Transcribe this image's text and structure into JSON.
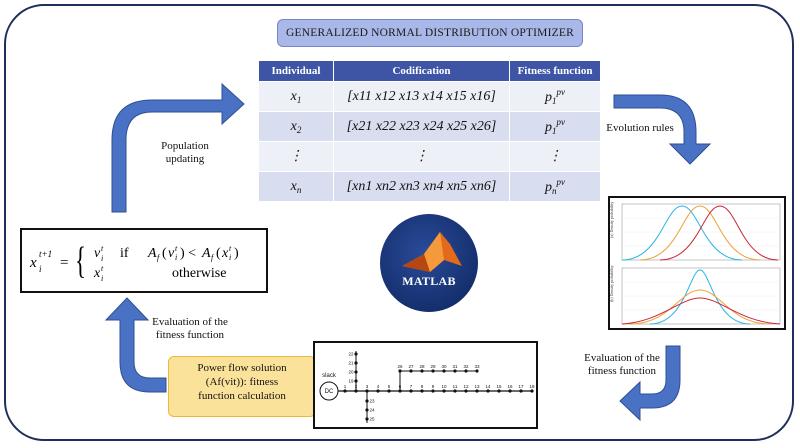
{
  "title": "GENERALIZED NORMAL DISTRIBUTION OPTIMIZER",
  "table": {
    "headers": [
      "Individual",
      "Codification",
      "Fitness function"
    ],
    "rows": [
      {
        "ind": "x",
        "ind_sub": "1",
        "cod": "[x11 x12 x13 x14 x15 x16]",
        "fit": "p",
        "fit_sub": "1",
        "fit_sup": "pv"
      },
      {
        "ind": "x",
        "ind_sub": "2",
        "cod": "[x21 x22 x23 x24 x25 x26]",
        "fit": "p",
        "fit_sub": "1",
        "fit_sup": "pv"
      },
      {
        "ind": "⋮",
        "ind_sub": "",
        "cod": "⋮",
        "fit": "⋮",
        "fit_sub": "",
        "fit_sup": ""
      },
      {
        "ind": "x",
        "ind_sub": "n",
        "cod": "[xn1 xn2 xn3 xn4 xn5 xn6]",
        "fit": "p",
        "fit_sub": "n",
        "fit_sup": "pv"
      }
    ]
  },
  "labels": {
    "evolution_rules": "Evolution rules",
    "population_updating_1": "Population",
    "population_updating_2": "updating",
    "evaluation_left_1": "Evaluation of the",
    "evaluation_left_2": "fitness function",
    "evaluation_right_1": "Evaluation of the",
    "evaluation_right_2": "fitness function"
  },
  "power_flow": {
    "line1": "Power flow solution",
    "line2": "(Af(vit)): fitness",
    "line3": "function calculation"
  },
  "equation": {
    "lhs": "x",
    "if_word": "if",
    "otherwise": "otherwise"
  },
  "matlab": {
    "logo_text": "MATLAB"
  },
  "network": {
    "slack_label": "slack",
    "dc_label": "DC",
    "main_nodes": [
      "1",
      "2",
      "3",
      "4",
      "5",
      "6",
      "7",
      "8",
      "9",
      "10",
      "11",
      "12",
      "13",
      "14",
      "15",
      "16",
      "17",
      "18"
    ],
    "upper_branch": [
      "19",
      "20",
      "21",
      "22"
    ],
    "lower_branch": [
      "23",
      "24",
      "25"
    ],
    "side_branch": [
      "26",
      "27",
      "28",
      "29",
      "30",
      "31",
      "32",
      "33"
    ]
  },
  "colors": {
    "arrow": "#4a72c4",
    "header": "#3e55a6",
    "frame": "#1d2f5a"
  }
}
